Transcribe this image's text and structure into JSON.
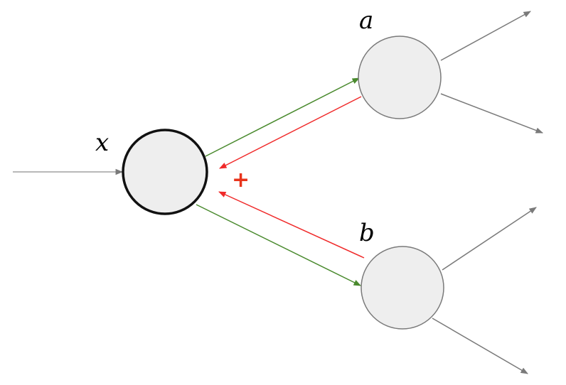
{
  "diagram": {
    "nodes": {
      "x": {
        "label": "x"
      },
      "a": {
        "label": "a"
      },
      "b": {
        "label": "b"
      }
    },
    "operator": "+",
    "colors": {
      "forward_edge": "#4a8a2e",
      "backward_edge": "#f02a2a",
      "plain_edge": "#7a7a7a",
      "node_fill": "#eeeeee",
      "node_stroke_main": "#111111",
      "node_stroke": "#7a7a7a",
      "operator": "#e8341c"
    }
  }
}
